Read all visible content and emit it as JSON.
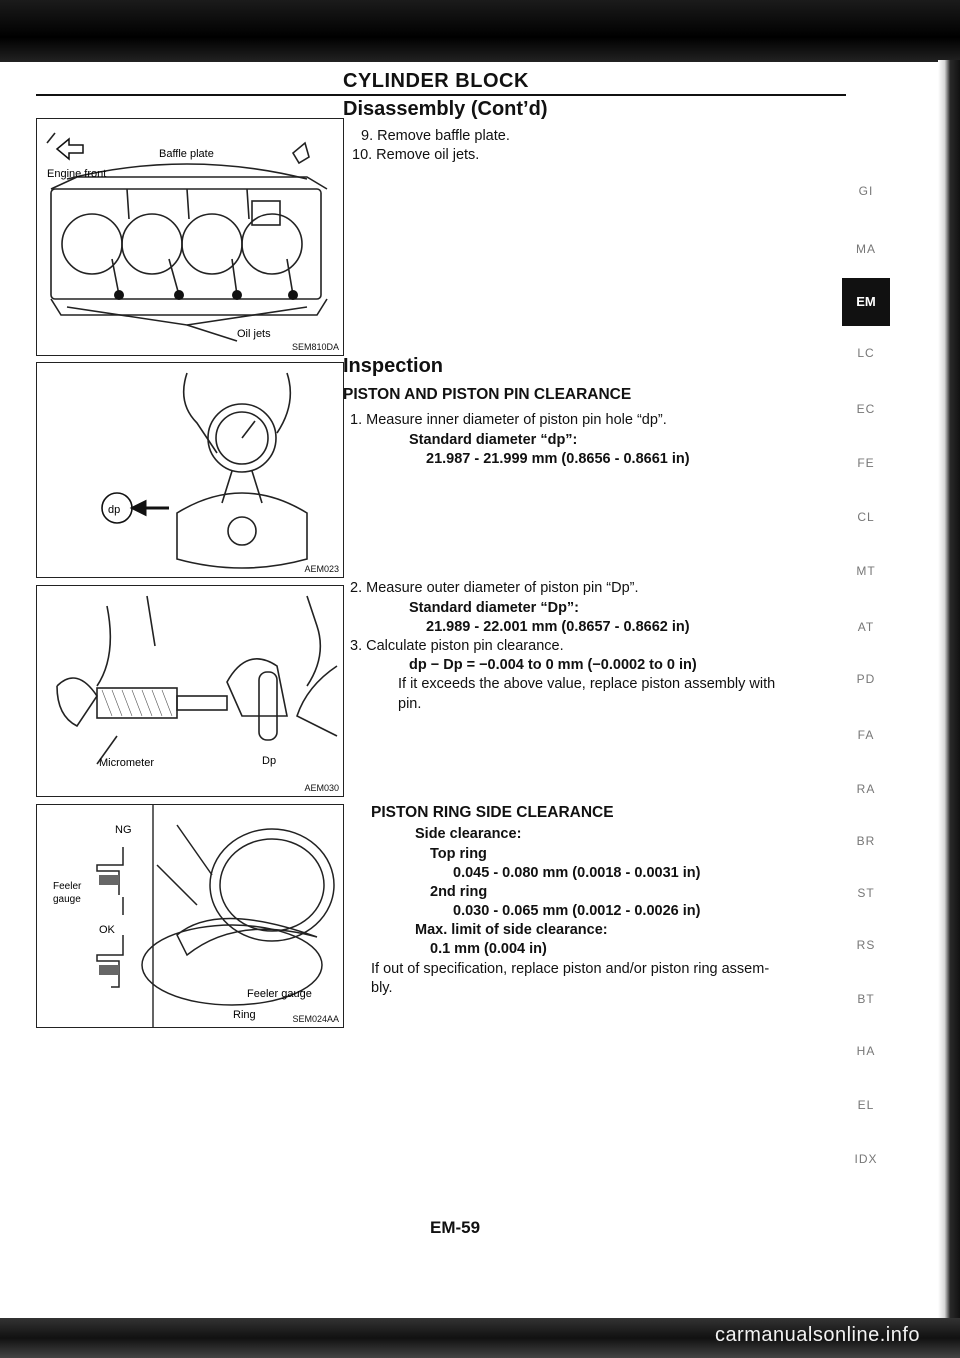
{
  "header": {
    "section": "CYLINDER BLOCK",
    "title": "Disassembly (Cont’d)"
  },
  "disassembly": {
    "step9": "9.  Remove baffle plate.",
    "step10": "10.  Remove oil jets."
  },
  "inspection": {
    "title": "Inspection",
    "piston_pin": {
      "title": "PISTON AND PISTON PIN CLEARANCE",
      "step1": "1.  Measure inner diameter of piston pin hole “dp”.",
      "std1_label": "Standard diameter “dp”:",
      "std1_value": "21.987 - 21.999 mm (0.8656 - 0.8661 in)",
      "step2": "2.  Measure outer diameter of piston pin “Dp”.",
      "std2_label": "Standard diameter “Dp”:",
      "std2_value": "21.989 - 22.001 mm (0.8657 - 0.8662 in)",
      "step3": "3.  Calculate piston pin clearance.",
      "clearance": "dp − Dp = −0.004 to 0 mm (−0.0002 to 0 in)",
      "note_line1": "If it exceeds the above value, replace piston assembly with",
      "note_line2": "pin."
    },
    "ring_side": {
      "title": "PISTON RING SIDE CLEARANCE",
      "side_label": "Side clearance:",
      "top_ring_label": "Top ring",
      "top_ring_value": "0.045 - 0.080 mm (0.0018 - 0.0031 in)",
      "second_ring_label": "2nd ring",
      "second_ring_value": "0.030 - 0.065 mm (0.0012 - 0.0026 in)",
      "max_label": "Max. limit of side clearance:",
      "max_value": "0.1 mm (0.004 in)",
      "note_line1": "If out of specification, replace piston and/or piston ring assem-",
      "note_line2": "bly."
    }
  },
  "figures": {
    "fig1": {
      "code": "SEM810DA",
      "label_front": "Engine front",
      "label_baffle": "Baffle plate",
      "label_jets": "Oil jets"
    },
    "fig2": {
      "code": "AEM023",
      "label_dp": "dp"
    },
    "fig3": {
      "code": "AEM030",
      "label_micrometer": "Micrometer",
      "label_Dp": "Dp"
    },
    "fig4": {
      "code": "SEM024AA",
      "label_ng": "NG",
      "label_ok": "OK",
      "label_feeler1": "Feeler",
      "label_feeler2": "gauge",
      "label_feeler_gauge": "Feeler gauge",
      "label_ring": "Ring"
    }
  },
  "tabs": [
    {
      "label": "GI"
    },
    {
      "label": "MA"
    },
    {
      "label": "EM",
      "active": true
    },
    {
      "label": "LC"
    },
    {
      "label": "EC"
    },
    {
      "label": "FE"
    },
    {
      "label": "CL"
    },
    {
      "label": "MT"
    },
    {
      "label": "AT"
    },
    {
      "label": "PD"
    },
    {
      "label": "FA"
    },
    {
      "label": "RA"
    },
    {
      "label": "BR"
    },
    {
      "label": "ST"
    },
    {
      "label": "RS"
    },
    {
      "label": "BT"
    },
    {
      "label": "HA"
    },
    {
      "label": "EL"
    },
    {
      "label": "IDX"
    }
  ],
  "footer": {
    "page": "EM-59",
    "watermark": "carmanualsonline.info"
  }
}
